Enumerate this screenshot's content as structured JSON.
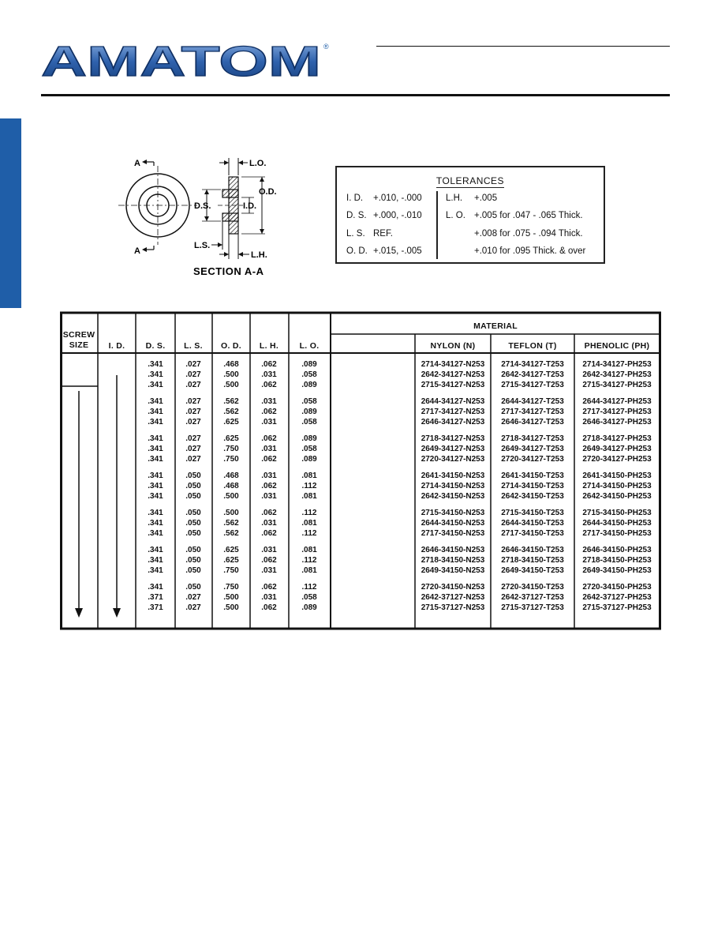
{
  "brand": {
    "logo_text": "AMATOM",
    "registered_mark": "®",
    "accent_color": "#1f5ea8"
  },
  "diagram": {
    "label_a_top": "A",
    "label_a_bottom": "A",
    "label_lo": "L.O.",
    "label_od": "O.D.",
    "label_ds": "D.S.",
    "label_id": "I.D.",
    "label_ls": "L.S.",
    "label_lh": "L.H.",
    "caption": "SECTION A-A"
  },
  "tolerances": {
    "title": "TOLERANCES",
    "left": [
      {
        "label": "I. D.",
        "value": "+.010, -.000"
      },
      {
        "label": "D. S.",
        "value": "+.000, -.010"
      },
      {
        "label": "L. S.",
        "value": "REF."
      },
      {
        "label": "O. D.",
        "value": "+.015, -.005"
      }
    ],
    "right": [
      {
        "label": "L.H.",
        "value": "+.005"
      },
      {
        "label": "L. O.",
        "value": "+.005 for .047 - .065 Thick."
      },
      {
        "label": "",
        "value": "+.008 for .075 - .094 Thick."
      },
      {
        "label": "",
        "value": "+.010 for .095 Thick. & over"
      }
    ]
  },
  "table": {
    "headers": {
      "screw_size_1": "SCREW",
      "screw_size_2": "SIZE",
      "id": "I. D.",
      "ds": "D. S.",
      "ls": "L. S.",
      "od": "O. D.",
      "lh": "L. H.",
      "lo": "L. O.",
      "material": "MATERIAL",
      "nylon": "NYLON (N)",
      "teflon": "TEFLON (T)",
      "phenolic": "PHENOLIC (PH)"
    },
    "rows": [
      [
        ".341",
        ".027",
        ".468",
        ".062",
        ".089",
        "2714-34127-N253",
        "2714-34127-T253",
        "2714-34127-PH253"
      ],
      [
        ".341",
        ".027",
        ".500",
        ".031",
        ".058",
        "2642-34127-N253",
        "2642-34127-T253",
        "2642-34127-PH253"
      ],
      [
        ".341",
        ".027",
        ".500",
        ".062",
        ".089",
        "2715-34127-N253",
        "2715-34127-T253",
        "2715-34127-PH253"
      ],
      [
        ".341",
        ".027",
        ".562",
        ".031",
        ".058",
        "2644-34127-N253",
        "2644-34127-T253",
        "2644-34127-PH253"
      ],
      [
        ".341",
        ".027",
        ".562",
        ".062",
        ".089",
        "2717-34127-N253",
        "2717-34127-T253",
        "2717-34127-PH253"
      ],
      [
        ".341",
        ".027",
        ".625",
        ".031",
        ".058",
        "2646-34127-N253",
        "2646-34127-T253",
        "2646-34127-PH253"
      ],
      [
        ".341",
        ".027",
        ".625",
        ".062",
        ".089",
        "2718-34127-N253",
        "2718-34127-T253",
        "2718-34127-PH253"
      ],
      [
        ".341",
        ".027",
        ".750",
        ".031",
        ".058",
        "2649-34127-N253",
        "2649-34127-T253",
        "2649-34127-PH253"
      ],
      [
        ".341",
        ".027",
        ".750",
        ".062",
        ".089",
        "2720-34127-N253",
        "2720-34127-T253",
        "2720-34127-PH253"
      ],
      [
        ".341",
        ".050",
        ".468",
        ".031",
        ".081",
        "2641-34150-N253",
        "2641-34150-T253",
        "2641-34150-PH253"
      ],
      [
        ".341",
        ".050",
        ".468",
        ".062",
        ".112",
        "2714-34150-N253",
        "2714-34150-T253",
        "2714-34150-PH253"
      ],
      [
        ".341",
        ".050",
        ".500",
        ".031",
        ".081",
        "2642-34150-N253",
        "2642-34150-T253",
        "2642-34150-PH253"
      ],
      [
        ".341",
        ".050",
        ".500",
        ".062",
        ".112",
        "2715-34150-N253",
        "2715-34150-T253",
        "2715-34150-PH253"
      ],
      [
        ".341",
        ".050",
        ".562",
        ".031",
        ".081",
        "2644-34150-N253",
        "2644-34150-T253",
        "2644-34150-PH253"
      ],
      [
        ".341",
        ".050",
        ".562",
        ".062",
        ".112",
        "2717-34150-N253",
        "2717-34150-T253",
        "2717-34150-PH253"
      ],
      [
        ".341",
        ".050",
        ".625",
        ".031",
        ".081",
        "2646-34150-N253",
        "2646-34150-T253",
        "2646-34150-PH253"
      ],
      [
        ".341",
        ".050",
        ".625",
        ".062",
        ".112",
        "2718-34150-N253",
        "2718-34150-T253",
        "2718-34150-PH253"
      ],
      [
        ".341",
        ".050",
        ".750",
        ".031",
        ".081",
        "2649-34150-N253",
        "2649-34150-T253",
        "2649-34150-PH253"
      ],
      [
        ".341",
        ".050",
        ".750",
        ".062",
        ".112",
        "2720-34150-N253",
        "2720-34150-T253",
        "2720-34150-PH253"
      ],
      [
        ".371",
        ".027",
        ".500",
        ".031",
        ".058",
        "2642-37127-N253",
        "2642-37127-T253",
        "2642-37127-PH253"
      ],
      [
        ".371",
        ".027",
        ".500",
        ".062",
        ".089",
        "2715-37127-N253",
        "2715-37127-T253",
        "2715-37127-PH253"
      ]
    ]
  }
}
